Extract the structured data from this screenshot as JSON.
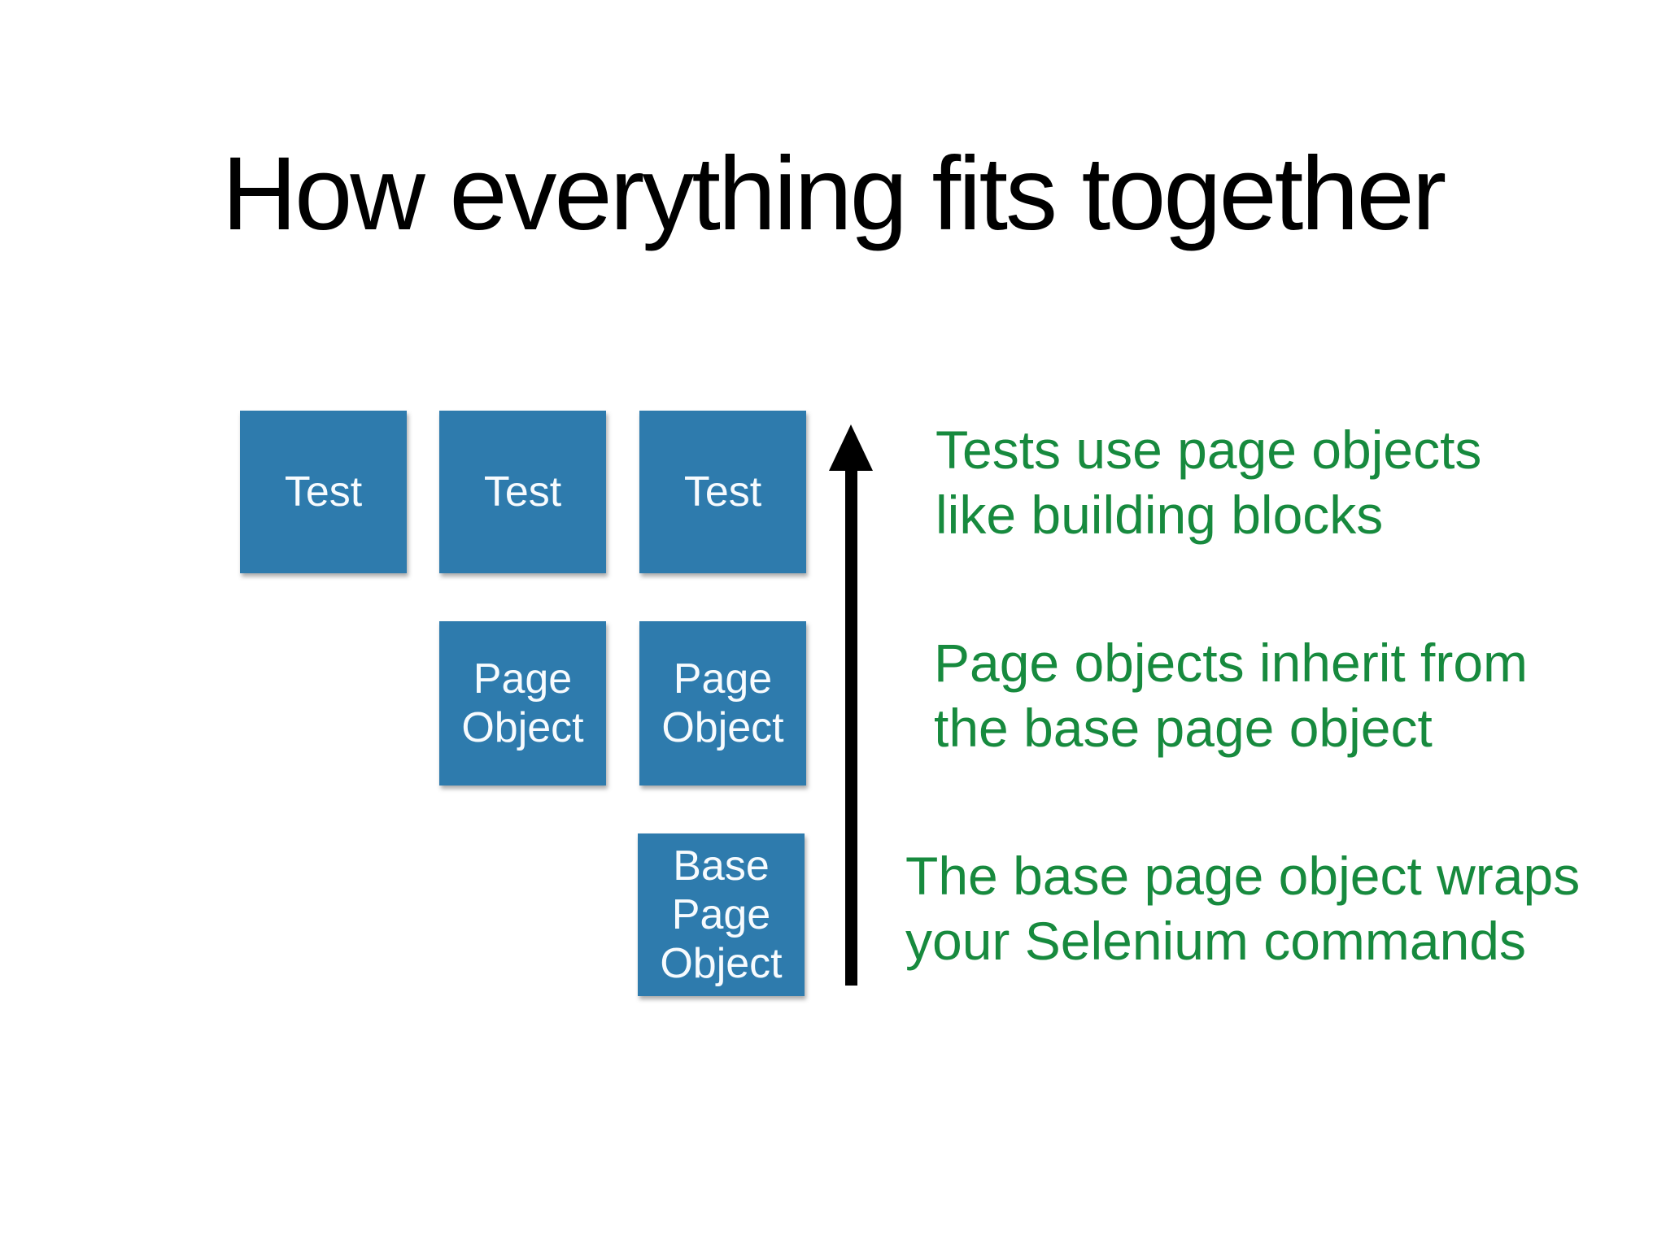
{
  "title": {
    "text": "How everything fits together"
  },
  "colors": {
    "background": "#ffffff",
    "title_text": "#000000",
    "box_fill": "#2e7bad",
    "box_text": "#f7fbfe",
    "annotation_text": "#178a3e",
    "arrow": "#000000"
  },
  "boxes": [
    {
      "name": "test-1",
      "lines": [
        "Test"
      ]
    },
    {
      "name": "test-2",
      "lines": [
        "Test"
      ]
    },
    {
      "name": "test-3",
      "lines": [
        "Test"
      ]
    },
    {
      "name": "page-object-1",
      "lines": [
        "Page",
        "Object"
      ]
    },
    {
      "name": "page-object-2",
      "lines": [
        "Page",
        "Object"
      ]
    },
    {
      "name": "base-page-object",
      "lines": [
        "Base",
        "Page",
        "Object"
      ]
    }
  ],
  "arrow": {
    "direction": "up"
  },
  "annotations": [
    {
      "lines": [
        "Tests use page objects",
        "like building blocks"
      ]
    },
    {
      "lines": [
        "Page objects inherit from",
        "the base page object"
      ]
    },
    {
      "lines": [
        "The base page object wraps",
        "your Selenium commands"
      ]
    }
  ]
}
